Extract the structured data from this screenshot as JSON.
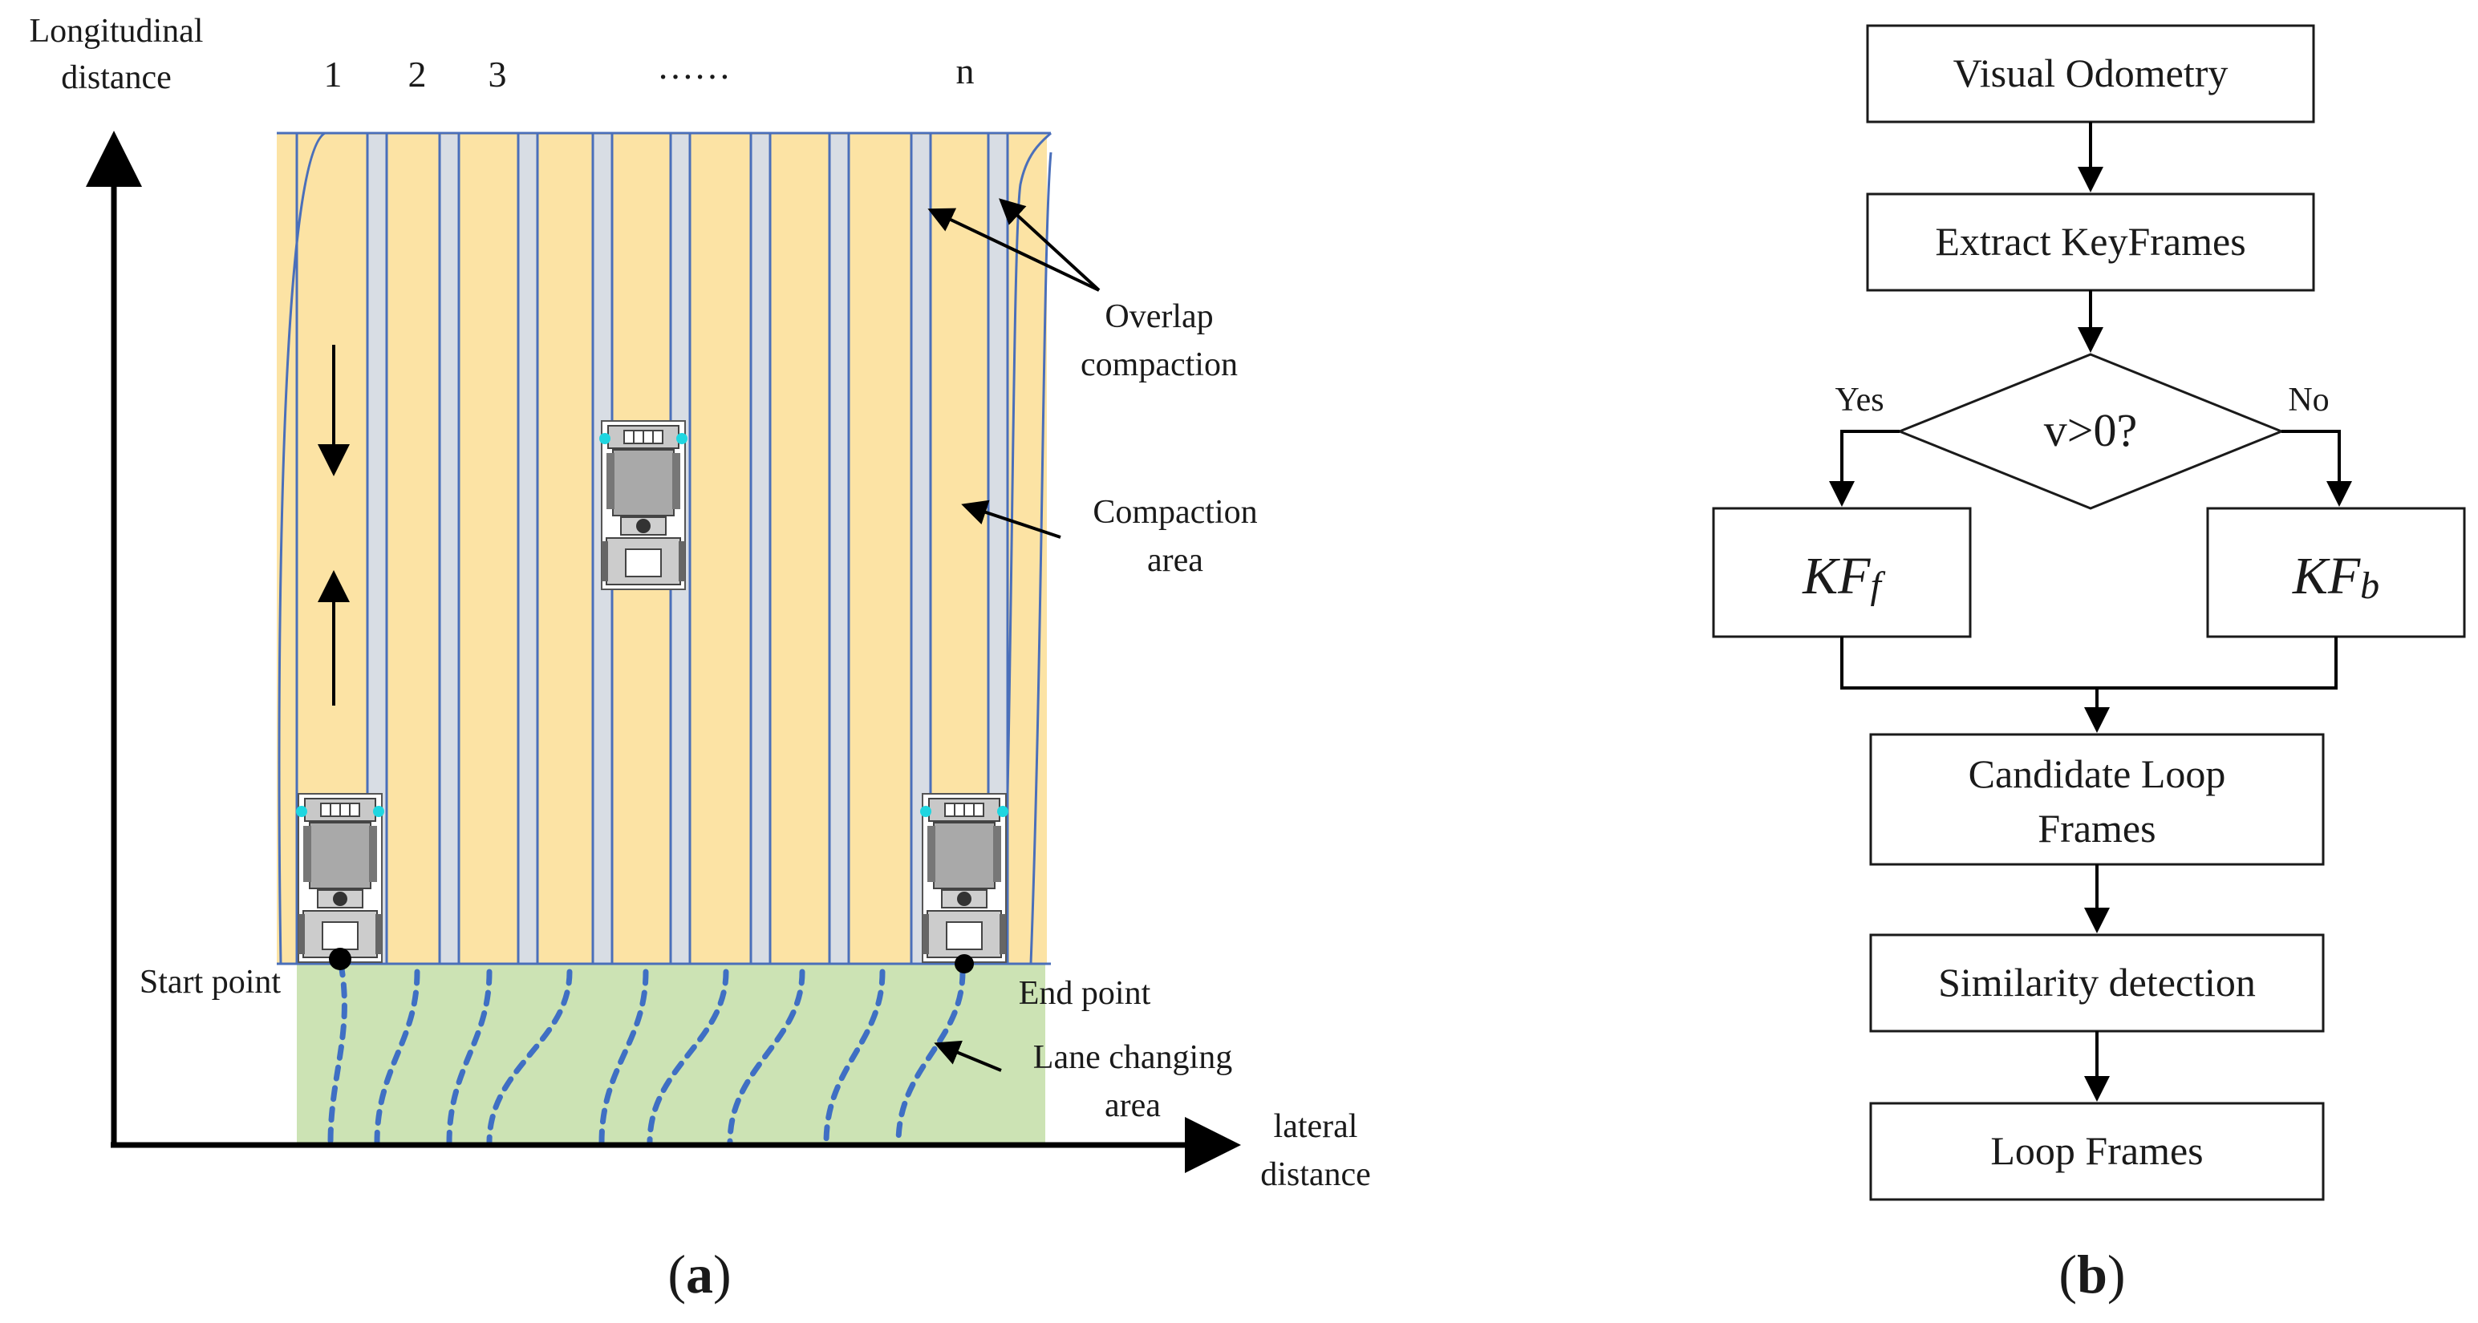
{
  "panel_a": {
    "y_axis_label_line1": "Longitudinal",
    "y_axis_label_line2": "distance",
    "x_axis_label_line1": "lateral",
    "x_axis_label_line2": "distance",
    "lane_labels": [
      "1",
      "2",
      "3",
      "……",
      "n"
    ],
    "overlap_label_line1": "Overlap",
    "overlap_label_line2": "compaction",
    "compaction_label_line1": "Compaction",
    "compaction_label_line2": "area",
    "start_label": "Start point",
    "end_label": "End point",
    "lane_change_label_line1": "Lane changing",
    "lane_change_label_line2": "area",
    "caption_open": "(",
    "caption_letter": "a",
    "caption_close": ")",
    "colors": {
      "compaction_fill": "#fce3a4",
      "overlap_fill": "#d8dde4",
      "lane_change_fill": "#cce3b4",
      "boundary_stroke": "#4a6fba",
      "path_stroke": "#3f6fc4"
    }
  },
  "panel_b": {
    "nodes": {
      "vo": "Visual Odometry",
      "extract": "Extract KeyFrames",
      "decision": "v>0?",
      "kff_main": "KF",
      "kff_sub": "f",
      "kfb_main": "KF",
      "kfb_sub": "b",
      "candidate_line1": "Candidate Loop",
      "candidate_line2": "Frames",
      "similarity": "Similarity detection",
      "loop": "Loop Frames"
    },
    "branch_yes": "Yes",
    "branch_no": "No",
    "caption_open": "(",
    "caption_letter": "b",
    "caption_close": ")",
    "colors": {
      "box_fill": "#ffffff",
      "box_stroke": "#1a1a1a"
    }
  }
}
